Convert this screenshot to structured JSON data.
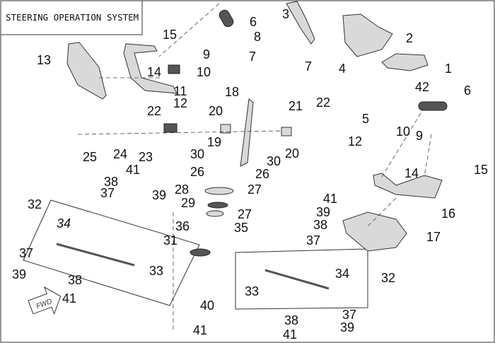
{
  "title": "STEERING OPERATION SYSTEM",
  "fwd_logo": "FWD",
  "callouts": [
    "15",
    "9",
    "13",
    "14",
    "10",
    "11",
    "12",
    "22",
    "20",
    "19",
    "25",
    "24",
    "23",
    "30",
    "26",
    "41",
    "38",
    "39",
    "37",
    "28",
    "29",
    "36",
    "31",
    "32",
    "34",
    "37",
    "33",
    "39",
    "38",
    "41",
    "40",
    "41",
    "6",
    "3",
    "8",
    "2",
    "7",
    "7",
    "4",
    "1",
    "18",
    "42",
    "6",
    "21",
    "22",
    "5",
    "10",
    "9",
    "12",
    "20",
    "30",
    "26",
    "27",
    "14",
    "15",
    "41",
    "39",
    "16",
    "27",
    "38",
    "35",
    "17",
    "37",
    "34",
    "32",
    "33",
    "38",
    "37",
    "39",
    "41"
  ]
}
